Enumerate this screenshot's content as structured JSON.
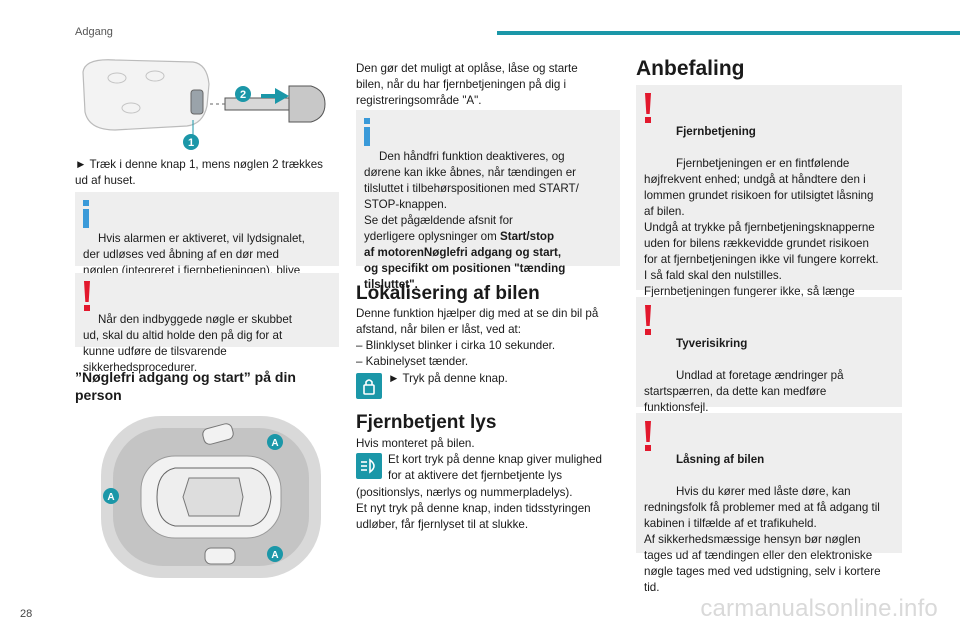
{
  "header": {
    "section": "Adgang"
  },
  "page_number": "28",
  "watermark": "carmanualsonline.info",
  "col1": {
    "fig1_labels": {
      "one": "1",
      "two": "2"
    },
    "step1": "► Træk i denne knap 1, mens nøglen 2 trækkes\nud af huset.",
    "info1_first": "Hvis alarmen er aktiveret, vil lydsignalet,",
    "info1_rest": "der udløses ved åbning af en dør med\nnøglen (integreret i fjernbetjeningen), blive\nafbrudt, når tændingen tilsluttes.",
    "warn1_first": "Når den indbyggede nøgle er skubbet",
    "warn1_rest": "ud, skal du altid holde den på dig for at\nkunne udføre de tilsvarende\nsikkerhedsprocedurer.",
    "heading": "”Nøglefri adgang og start” på din\nperson",
    "fig2_labels": {
      "a": "A"
    }
  },
  "col2": {
    "intro": "Den gør det muligt at oplåse, låse og starte\nbilen, når du har fjernbetjeningen på dig i\nregistreringsområde \"A\".",
    "info2_first": "Den håndfri funktion deaktiveres, og",
    "info2_rest": "dørene kan ikke åbnes, når tændingen er\ntilsluttet i tilbehørspositionen med START/\nSTOP-knappen.\nSe det pågældende afsnit for\nyderligere oplysninger om ",
    "info2_bold": "Start/stop\naf motorenNøglefri adgang og start,\nog specifikt om positionen \"tænding\ntilsluttet\".",
    "h_locate": "Lokalisering af bilen",
    "locate_text": "Denne funktion hjælper dig med at se din bil på\nafstand, når bilen er låst, ved at:\n– Blinklyset blinker i cirka 10 sekunder.\n– Kabinelyset tænder.",
    "locate_step": "► Tryk på denne knap.",
    "h_light": "Fjernbetjent lys",
    "light_intro": "Hvis monteret på bilen.",
    "light_step_first": "Et kort tryk på denne knap giver mulighed",
    "light_step_rest": "for at aktivere det fjernbetjente lys",
    "light_text": "(positionslys, nærlys og nummerpladelys).\nEt nyt tryk på denne knap, inden tidsstyringen\nudløber, får fjernlyset til at slukke."
  },
  "col3": {
    "heading": "Anbefaling",
    "w1_title": "Fjernbetjening",
    "w1_first": "Fjernbetjeningen er en fintfølende",
    "w1_rest": "højfrekvent enhed; undgå at håndtere den i\nlommen grundet risikoen for utilsigtet låsning\naf bilen.\nUndgå at trykke på fjernbetjeningsknapperne\nuden for bilens rækkevidde grundet risikoen\nfor at fjernbetjeningen ikke vil fungere korrekt.\nI så fald skal den nulstilles.\nFjernbetjeningen fungerer ikke, så længe\nnøglen er i tændingslåsen, selv om\ntændingen er afbrudt.",
    "w2_title": "Tyverisikring",
    "w2_first": "Undlad at foretage ændringer på",
    "w2_rest": "startspærren, da dette kan medføre\nfunktionsfejl.\nHusk at tage nøglen ud og dreje rattet for at\nlåse det, hvis bilen har tændingslås.",
    "w3_title": "Låsning af bilen",
    "w3_first": "Hvis du kører med låste døre, kan",
    "w3_rest": "redningsfolk få problemer med at få adgang til\nkabinen i tilfælde af et trafikuheld.\nAf sikkerhedsmæssige hensyn bør nøglen\ntages ud af tændingen eller den elektroniske\nnøgle tages med ved udstigning, selv i kortere\ntid."
  }
}
